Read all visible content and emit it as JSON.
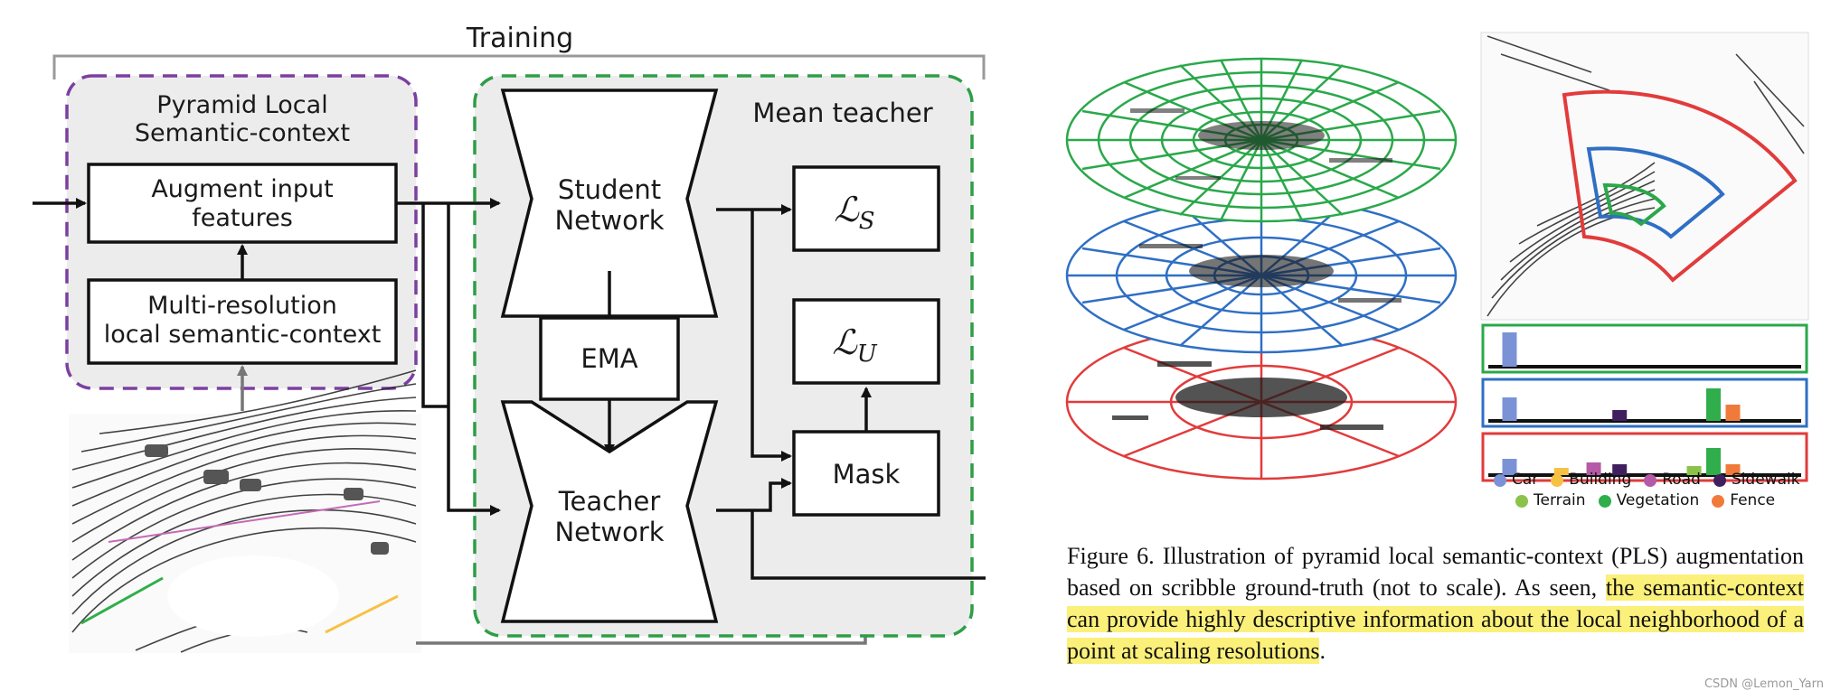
{
  "diagram": {
    "training_label": "Training",
    "pls_title_line1": "Pyramid Local",
    "pls_title_line2": "Semantic-context",
    "augment_line1": "Augment input",
    "augment_line2": "features",
    "multires_line1": "Multi-resolution",
    "multires_line2": "local semantic-context",
    "mean_teacher": "Mean teacher",
    "student_line1": "Student",
    "student_line2": "Network",
    "ema": "EMA",
    "teacher_line1": "Teacher",
    "teacher_line2": "Network",
    "loss_s": "ℒ",
    "loss_s_sub": "S",
    "loss_u": "ℒ",
    "loss_u_sub": "U",
    "mask": "Mask",
    "colors": {
      "purple_dash": "#7b3fa0",
      "green_dash": "#2e9e47",
      "panel_bg": "#ececec",
      "grid_green": "#2aa84a",
      "grid_blue": "#2f6fc4",
      "grid_red": "#e23b3b"
    }
  },
  "legend": {
    "items": [
      {
        "label": "Car",
        "color": "#7b93d6"
      },
      {
        "label": "Building",
        "color": "#f6c244"
      },
      {
        "label": "Road",
        "color": "#b45aa6"
      },
      {
        "label": "Sidewalk",
        "color": "#3f1f5e"
      },
      {
        "label": "Terrain",
        "color": "#8bc34a"
      },
      {
        "label": "Vegetation",
        "color": "#2fae4b"
      },
      {
        "label": "Fence",
        "color": "#f07a3a"
      }
    ]
  },
  "histograms": [
    {
      "border": "#2aa84a",
      "values": [
        0.95,
        0,
        0,
        0,
        0,
        0,
        0
      ]
    },
    {
      "border": "#2f6fc4",
      "values": [
        0.65,
        0,
        0,
        0.3,
        0,
        0.9,
        0.45
      ]
    },
    {
      "border": "#e23b3b",
      "values": [
        0.45,
        0.2,
        0.35,
        0.3,
        0.25,
        0.75,
        0.3
      ]
    }
  ],
  "caption": {
    "prefix": "Figure 6.  Illustration of pyramid local semantic-context (PLS) augmentation based on scribble ground-truth (not to scale).  As seen, ",
    "highlight": "the semantic-context can provide highly descriptive information about the local neighborhood of a point at scaling resolutions",
    "suffix": "."
  },
  "watermark": "CSDN @Lemon_Yarn"
}
